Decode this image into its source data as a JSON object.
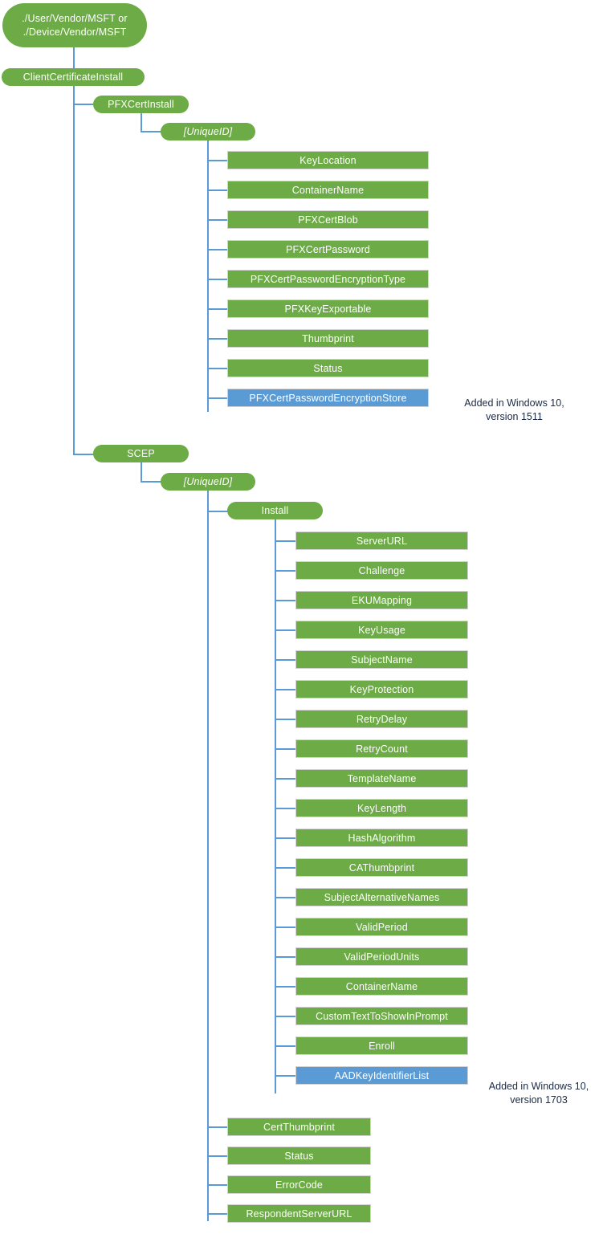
{
  "diagram": {
    "title": "ClientCertificateInstall CSP node tree",
    "colors": {
      "node_green": "#6cab45",
      "node_blue": "#5b9bd5",
      "connector": "#5b9bd5",
      "leaf_border": "#d2d2d2",
      "note_text": "#1b2a46",
      "background": "#ffffff"
    }
  },
  "root": {
    "label": "./User/Vendor/MSFT or\n./Device/Vendor/MSFT"
  },
  "level1": {
    "client_certificate_install": "ClientCertificateInstall"
  },
  "pfx": {
    "branch": "PFXCertInstall",
    "unique_id": "[UniqueID]",
    "settings": [
      {
        "label": "KeyLocation",
        "type": "green"
      },
      {
        "label": "ContainerName",
        "type": "green"
      },
      {
        "label": "PFXCertBlob",
        "type": "green"
      },
      {
        "label": "PFXCertPassword",
        "type": "green"
      },
      {
        "label": "PFXCertPasswordEncryptionType",
        "type": "green"
      },
      {
        "label": "PFXKeyExportable",
        "type": "green"
      },
      {
        "label": "Thumbprint",
        "type": "green"
      },
      {
        "label": "Status",
        "type": "green"
      },
      {
        "label": "PFXCertPasswordEncryptionStore",
        "type": "blue"
      }
    ],
    "note": "Added in Windows 10,\nversion 1511"
  },
  "scep": {
    "branch": "SCEP",
    "unique_id": "[UniqueID]",
    "install": {
      "label": "Install",
      "settings": [
        {
          "label": "ServerURL",
          "type": "green"
        },
        {
          "label": "Challenge",
          "type": "green"
        },
        {
          "label": "EKUMapping",
          "type": "green"
        },
        {
          "label": "KeyUsage",
          "type": "green"
        },
        {
          "label": "SubjectName",
          "type": "green"
        },
        {
          "label": "KeyProtection",
          "type": "green"
        },
        {
          "label": "RetryDelay",
          "type": "green"
        },
        {
          "label": "RetryCount",
          "type": "green"
        },
        {
          "label": "TemplateName",
          "type": "green"
        },
        {
          "label": "KeyLength",
          "type": "green"
        },
        {
          "label": "HashAlgorithm",
          "type": "green"
        },
        {
          "label": "CAThumbprint",
          "type": "green"
        },
        {
          "label": "SubjectAlternativeNames",
          "type": "green"
        },
        {
          "label": "ValidPeriod",
          "type": "green"
        },
        {
          "label": "ValidPeriodUnits",
          "type": "green"
        },
        {
          "label": "ContainerName",
          "type": "green"
        },
        {
          "label": "CustomTextToShowInPrompt",
          "type": "green"
        },
        {
          "label": "Enroll",
          "type": "green"
        },
        {
          "label": "AADKeyIdentifierList",
          "type": "blue"
        }
      ],
      "note": "Added in Windows 10,\nversion 1703"
    },
    "results": [
      {
        "label": "CertThumbprint",
        "type": "green"
      },
      {
        "label": "Status",
        "type": "green"
      },
      {
        "label": "ErrorCode",
        "type": "green"
      },
      {
        "label": "RespondentServerURL",
        "type": "green"
      }
    ]
  }
}
